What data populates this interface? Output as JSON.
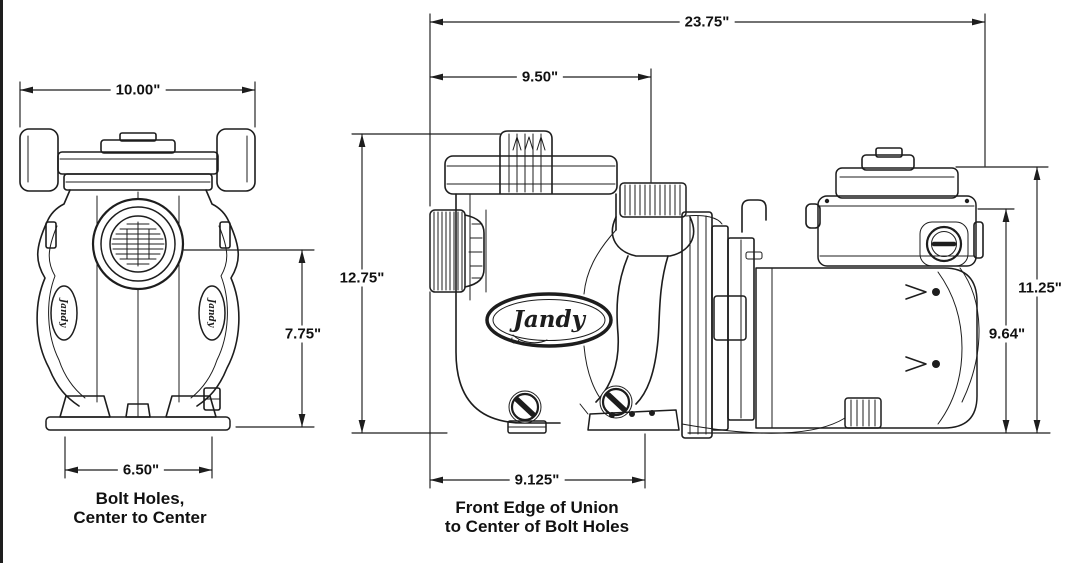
{
  "page": {
    "background": "#ffffff",
    "ink_color": "#1d1d1d"
  },
  "brand": {
    "logo_text": "Jandy"
  },
  "front_view": {
    "dims": {
      "overall_width": "10.00\"",
      "inlet_center_height": "7.75\"",
      "bolt_hole_span": "6.50\""
    },
    "caption": [
      "Bolt Holes,",
      "Center to Center"
    ]
  },
  "side_view": {
    "dims": {
      "overall_length": "23.75\"",
      "union_to_outlet": "9.50\"",
      "overall_height": "12.75\"",
      "union_to_bolt_holes": "9.125\"",
      "controller_top_height": "11.25\"",
      "motor_top_height": "9.64\""
    },
    "caption": [
      "Front Edge of Union",
      "to Center of Bolt Holes"
    ]
  }
}
